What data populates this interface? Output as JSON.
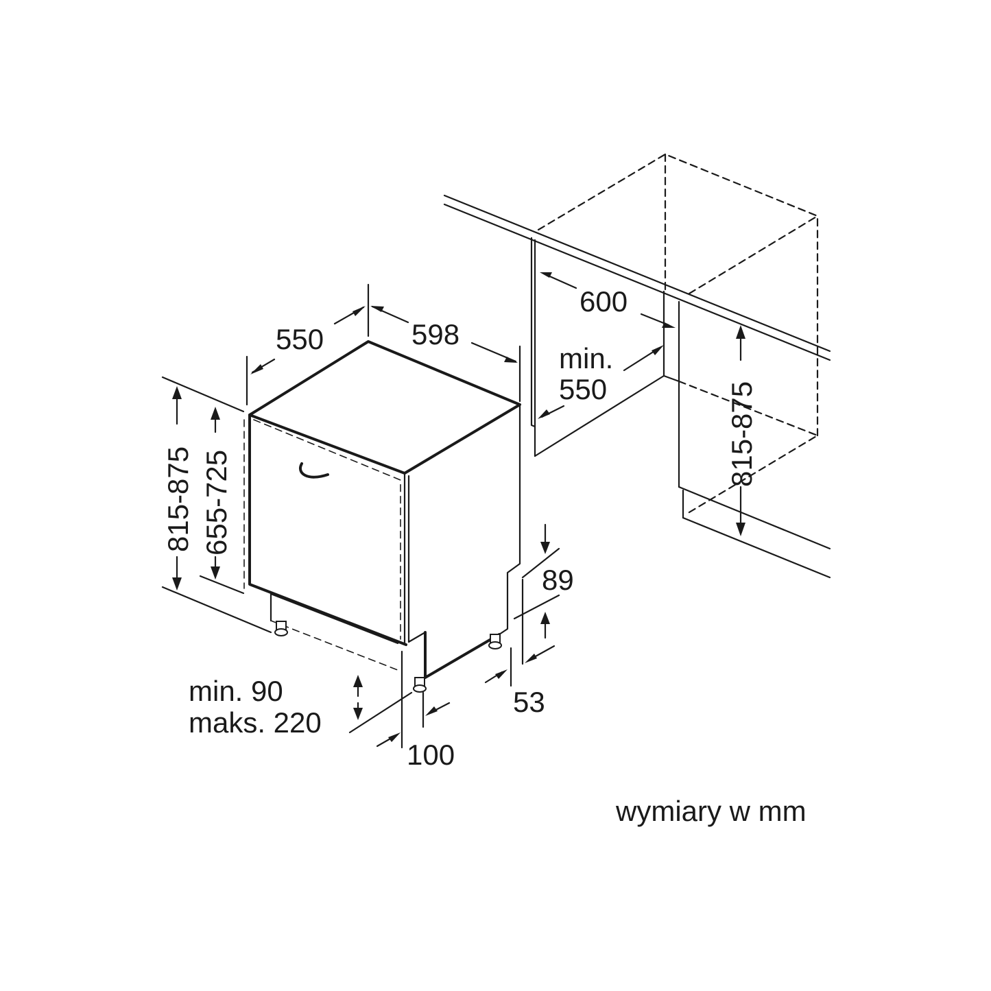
{
  "labels": {
    "depth": "550",
    "width": "598",
    "niche_width": "600",
    "niche_min_label": "min.",
    "niche_min_value": "550",
    "niche_height": "815-875",
    "height": "815-875",
    "door_height": "655-725",
    "plinth_top": "89",
    "plinth_setback": "53",
    "plinth_min": "min. 90",
    "plinth_max": "maks. 220",
    "foot_offset": "100",
    "units_note": "wymiary w mm"
  }
}
